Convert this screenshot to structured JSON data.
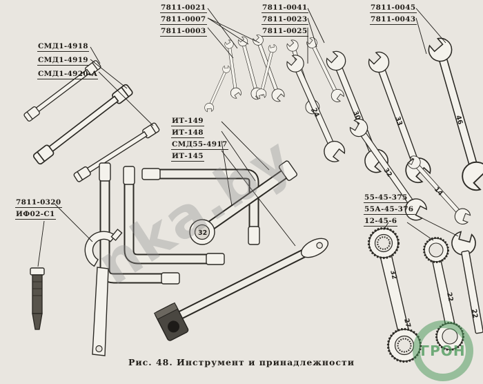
{
  "figure": {
    "caption": "Рис. 48. Инструмент и принадлежности"
  },
  "callouts": {
    "small_open_end": [
      "7811-0021",
      "7811-0007",
      "7811-0003"
    ],
    "medium_open_end": [
      "7811-0041",
      "7811-0023",
      "7811-0025"
    ],
    "large_open_end": [
      "7811-0045",
      "7811-0043"
    ],
    "tube_socket": [
      "СМД1-4918",
      "СМД1-4919",
      "СМД1-4920-А"
    ],
    "socket_kit": [
      "ИТ-149",
      "ИТ-148",
      "СМД55-4917",
      "ИТ-145"
    ],
    "hook_spanner": [
      "7811-0320",
      "ИФ02-С1"
    ],
    "ring_wrench": [
      "55-45-375",
      "55А-45-376",
      "12-45-6"
    ]
  },
  "sizes": {
    "open_end": [
      "24",
      "30",
      "33",
      "46",
      "32",
      "14"
    ],
    "socket": "32",
    "rings": [
      "32",
      "27",
      "22",
      "22"
    ]
  },
  "watermark": {
    "site": "nka.by",
    "logo": "ГРОН"
  }
}
